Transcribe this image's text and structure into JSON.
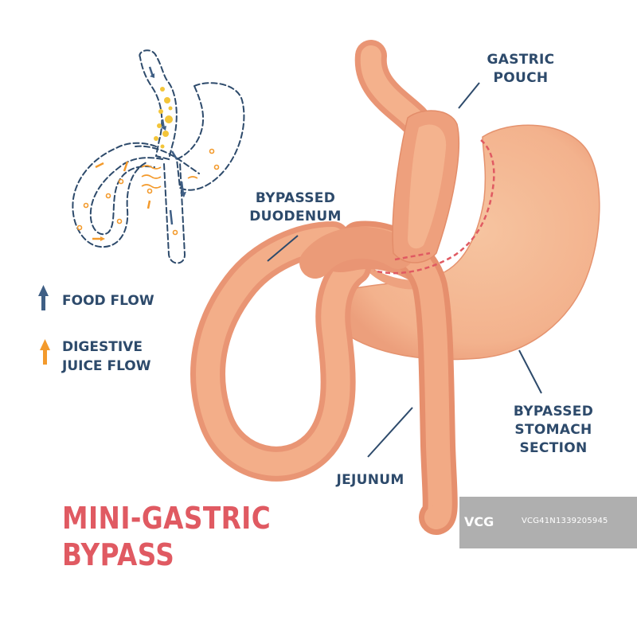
{
  "title": {
    "line1": "MINI-GASTRIC",
    "line2": "BYPASS"
  },
  "labels": {
    "gastric_pouch": [
      "GASTRIC",
      "POUCH"
    ],
    "bypassed_duodenum": [
      "BYPASSED",
      "DUODENUM"
    ],
    "bypassed_stomach": [
      "BYPASSED",
      "STOMACH",
      "SECTION"
    ],
    "jejunum": "JEJUNUM"
  },
  "legend": {
    "food_flow": {
      "text": "FOOD FLOW",
      "color": "#3f5f85",
      "icon": "arrow-up-icon"
    },
    "juice_flow": {
      "lines": [
        "DIGESTIVE",
        "JUICE FLOW"
      ],
      "color": "#f39a2c",
      "icon": "arrow-up-icon"
    }
  },
  "watermark": {
    "logo": "VCG",
    "id": "VCG41N1339205945"
  },
  "colors": {
    "tissue": "#f2ad87",
    "tissue_shade": "#e89372",
    "stomach": "#f5bd97",
    "outline_dashed": "#2d4a6b",
    "cut_line": "#e05a62",
    "label": "#2d4a6b",
    "title": "#e05a62"
  }
}
